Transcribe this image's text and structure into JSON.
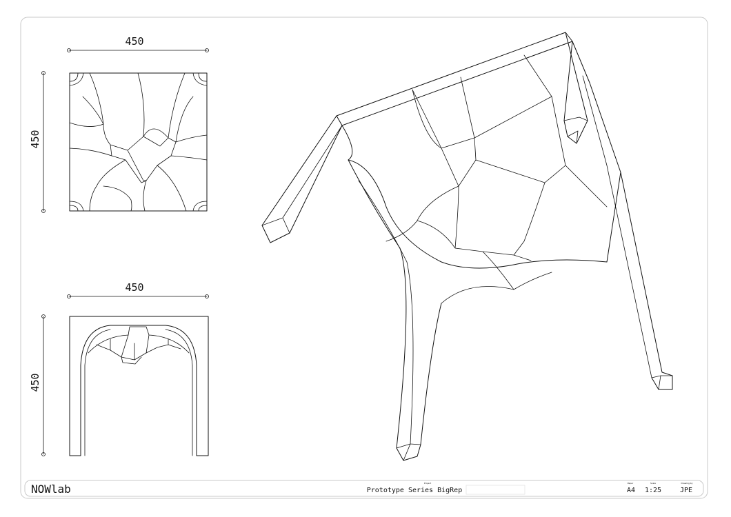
{
  "top_view": {
    "width_dim": "450",
    "height_dim": "450"
  },
  "front_view": {
    "width_dim": "450",
    "height_dim": "450"
  },
  "title_block": {
    "company": "NOWlab",
    "project_caption": "Project",
    "project": "Prototype Series BigRep",
    "paper_caption": "Paper",
    "paper": "A4",
    "scale_caption": "Scale",
    "scale": "1:25",
    "drawn_caption": "Drawing by",
    "drawn_by": "JPE"
  }
}
